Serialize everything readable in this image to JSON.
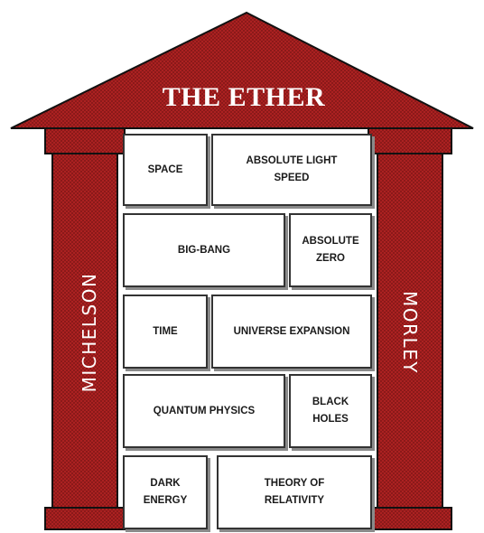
{
  "diagram": {
    "roof_title": "THE ETHER",
    "pillar_left": "MICHELSON",
    "pillar_right": "MORLEY",
    "colors": {
      "red": "#b32222",
      "hatch": "#5a0e0e",
      "brick_bg": "#ffffff",
      "outline": "#111111"
    },
    "bricks": [
      {
        "label": "SPACE"
      },
      {
        "label": "ABSOLUTE LIGHT\nSPEED"
      },
      {
        "label": "BIG-BANG"
      },
      {
        "label": "ABSOLUTE\nZERO"
      },
      {
        "label": "TIME"
      },
      {
        "label": "UNIVERSE EXPANSION"
      },
      {
        "label": "QUANTUM PHYSICS"
      },
      {
        "label": "BLACK\nHOLES"
      },
      {
        "label": "DARK\nENERGY"
      },
      {
        "label": "THEORY OF\nRELATIVITY"
      }
    ]
  }
}
